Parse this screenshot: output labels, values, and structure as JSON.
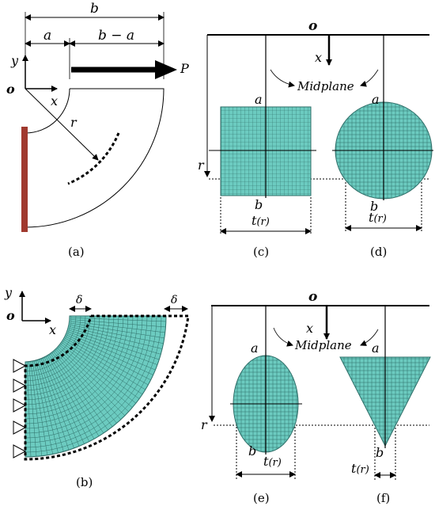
{
  "colors": {
    "mesh_fill": "#6ccbc0",
    "mesh_line": "#2f6f69",
    "support": "#a0392e",
    "ink": "#000000"
  },
  "panel_a": {
    "dim_b": "b",
    "dim_a": "a",
    "dim_b_minus_a": "b − a",
    "axis_y": "y",
    "axis_x": "x",
    "origin": "o",
    "radius": "r",
    "load": "P",
    "caption": "(a)"
  },
  "panel_b": {
    "axis_y": "y",
    "axis_x": "x",
    "origin": "o",
    "delta_inner": "δ",
    "delta_outer": "δ",
    "caption": "(b)"
  },
  "top_section": {
    "origin": "o",
    "axis_x": "x",
    "midplane": "Midplane",
    "radius": "r",
    "c": {
      "top": "a",
      "bottom": "b",
      "thickness": "t",
      "thickness_sub": "(r)",
      "caption": "(c)"
    },
    "d": {
      "top": "a",
      "bottom": "b",
      "thickness": "t",
      "thickness_sub": "(r)",
      "caption": "(d)"
    }
  },
  "bottom_section": {
    "origin": "o",
    "axis_x": "x",
    "midplane": "Midplane",
    "radius": "r",
    "e": {
      "top": "a",
      "bottom": "b",
      "thickness": "t",
      "thickness_sub": "(r)",
      "caption": "(e)"
    },
    "f": {
      "top": "a",
      "bottom": "b",
      "thickness": "t",
      "thickness_sub": "(r)",
      "caption": "(f)"
    }
  }
}
